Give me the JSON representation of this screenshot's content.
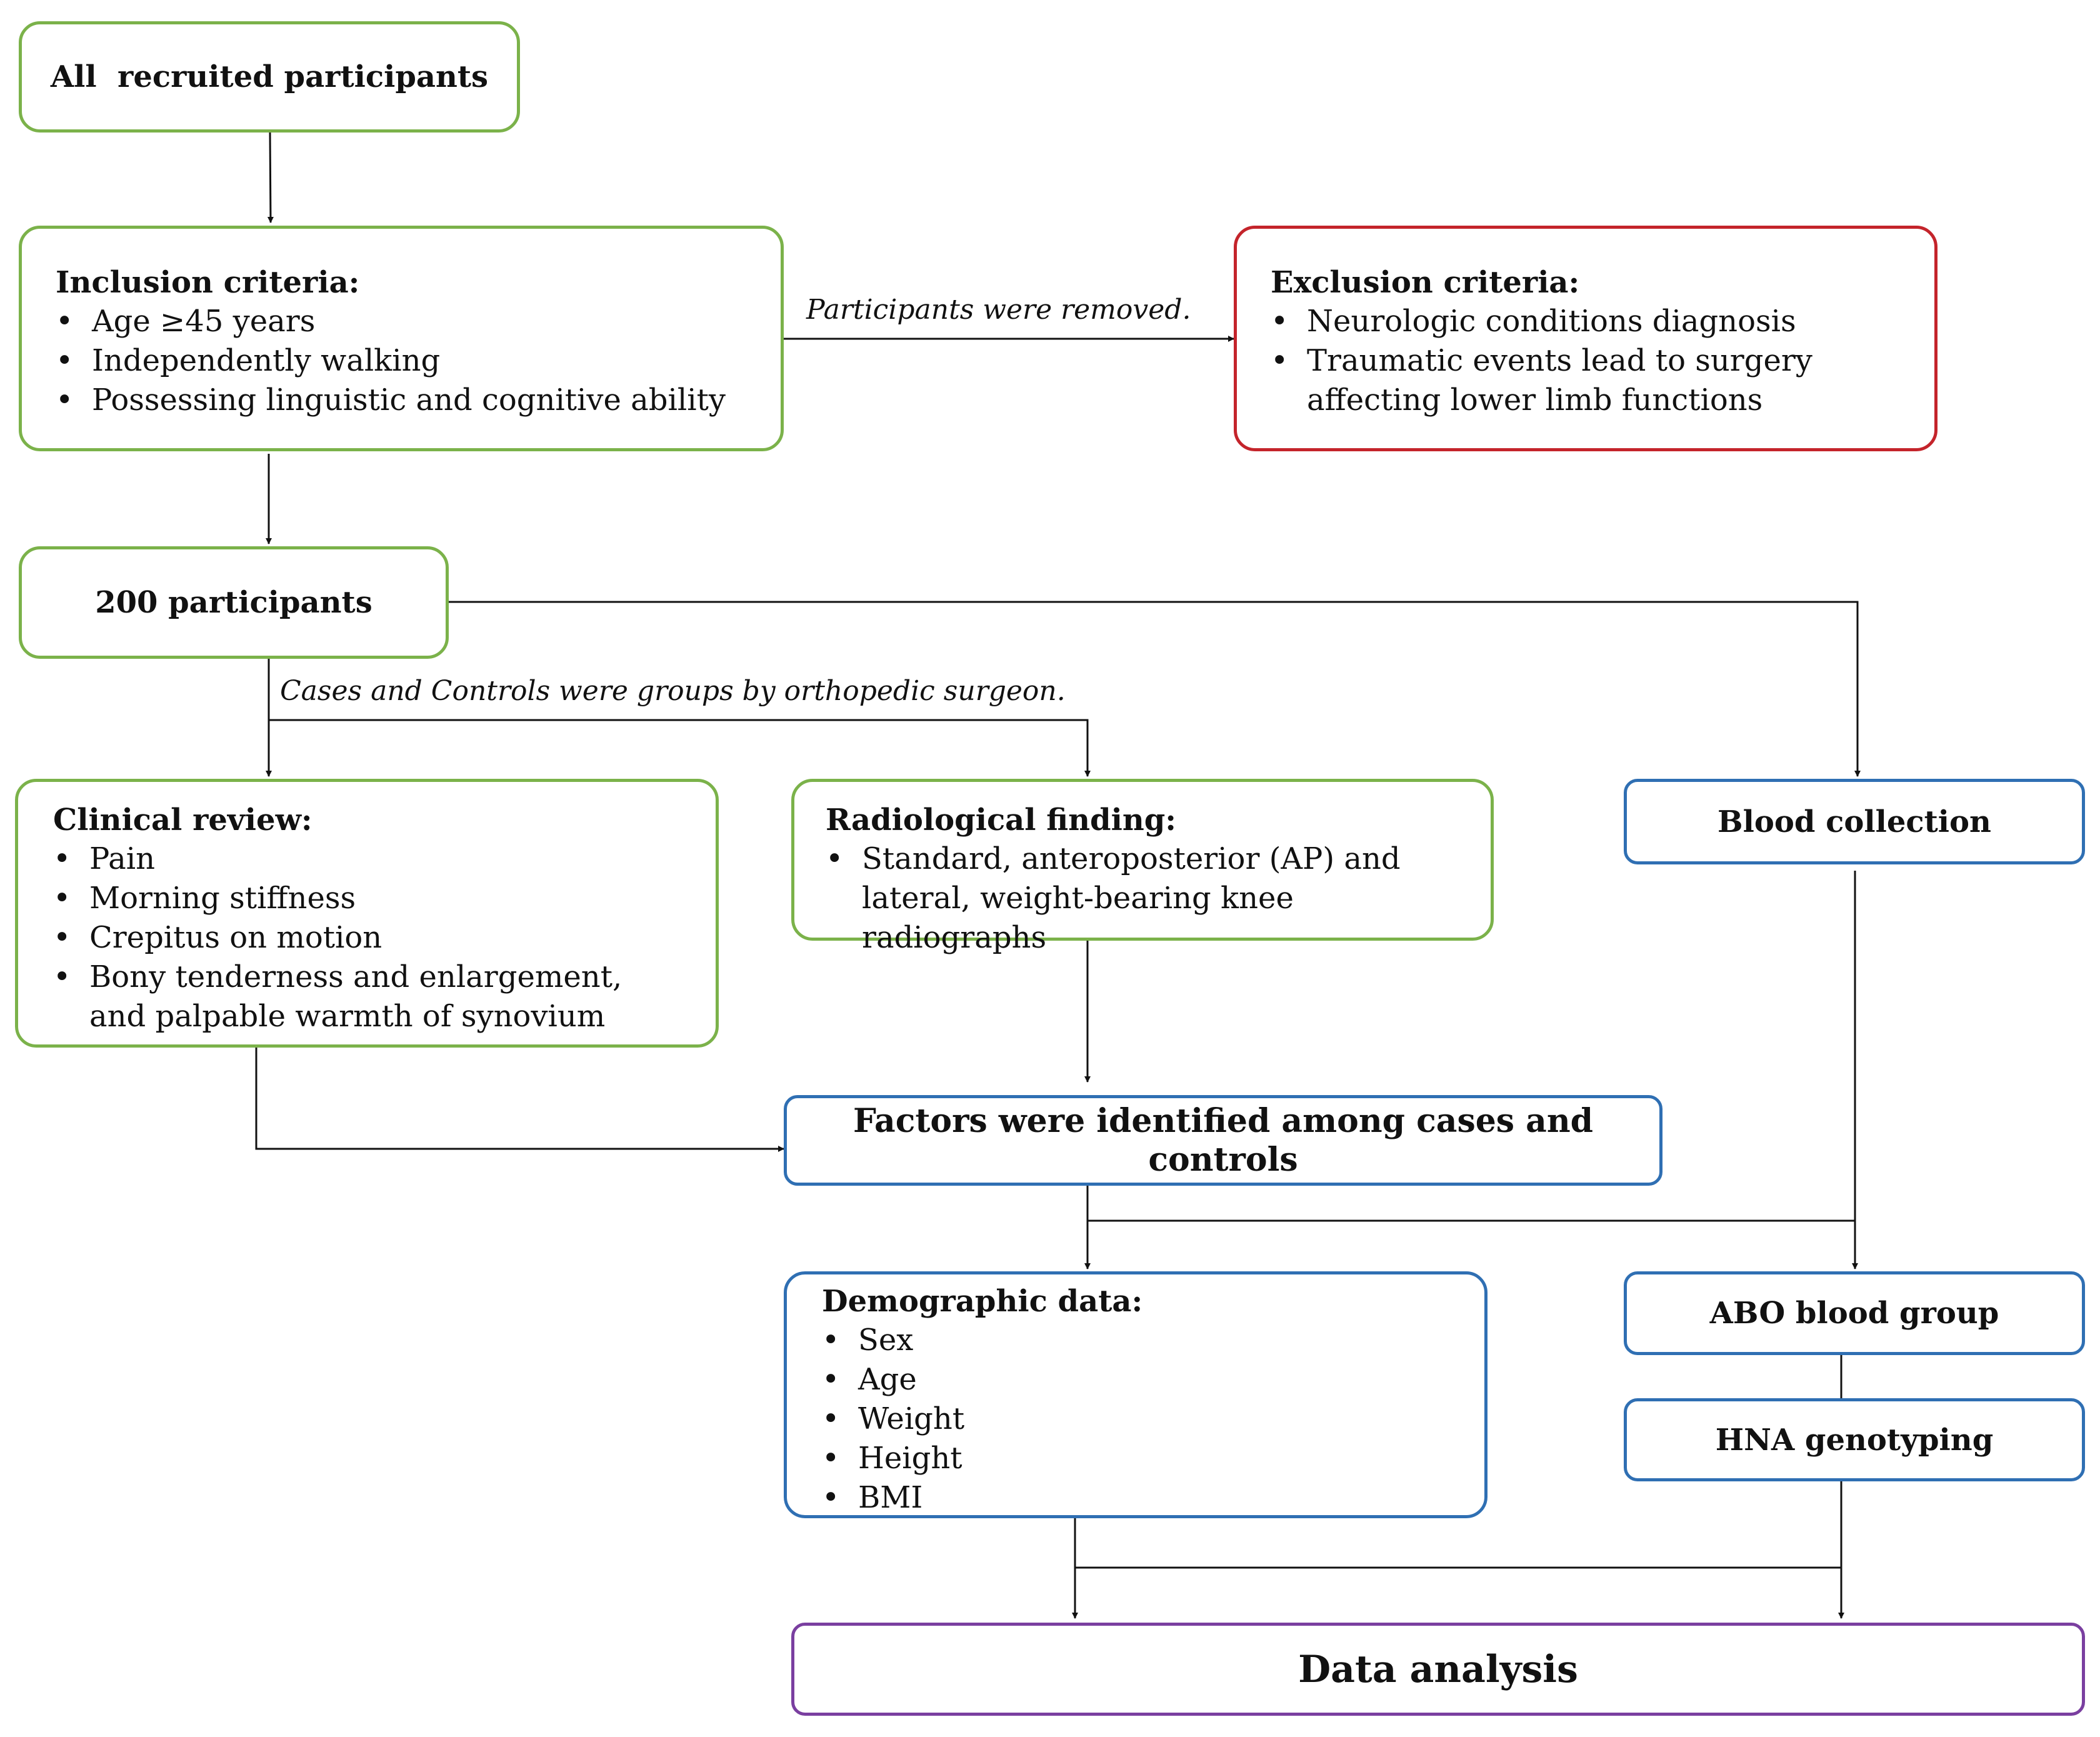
{
  "nodes": {
    "all_recruited": "All  recruited participants",
    "inclusion": {
      "title": "Inclusion criteria:",
      "items": [
        "Age ≥45 years",
        "Independently walking",
        "Possessing linguistic and cognitive ability"
      ]
    },
    "exclusion": {
      "title": "Exclusion criteria:",
      "items": [
        "Neurologic conditions diagnosis",
        "Traumatic events lead to surgery affecting lower limb functions"
      ]
    },
    "participants_200": "200 participants",
    "clinical_review": {
      "title": "Clinical review:",
      "items": [
        "Pain",
        "Morning stiffness",
        "Crepitus on motion",
        "Bony tenderness and enlargement, and palpable warmth of synovium"
      ]
    },
    "radiological": {
      "title": "Radiological finding:",
      "items": [
        "Standard, anteroposterior (AP) and lateral, weight-bearing knee radiographs"
      ]
    },
    "blood_collection": "Blood collection",
    "factors": "Factors were identified among cases and controls",
    "demographic": {
      "title": "Demographic data:",
      "items": [
        "Sex",
        "Age",
        "Weight",
        "Height",
        "BMI"
      ]
    },
    "abo": "ABO blood group",
    "hna": "HNA genotyping",
    "data_analysis": "Data analysis"
  },
  "edge_labels": {
    "removed": "Participants were removed.",
    "grouped": "Cases and Controls were groups by orthopedic surgeon."
  },
  "colors": {
    "green": "#7bb24a",
    "red": "#c4242b",
    "blue": "#2f6fb3",
    "purple": "#7a3fa0",
    "line": "#111111"
  }
}
